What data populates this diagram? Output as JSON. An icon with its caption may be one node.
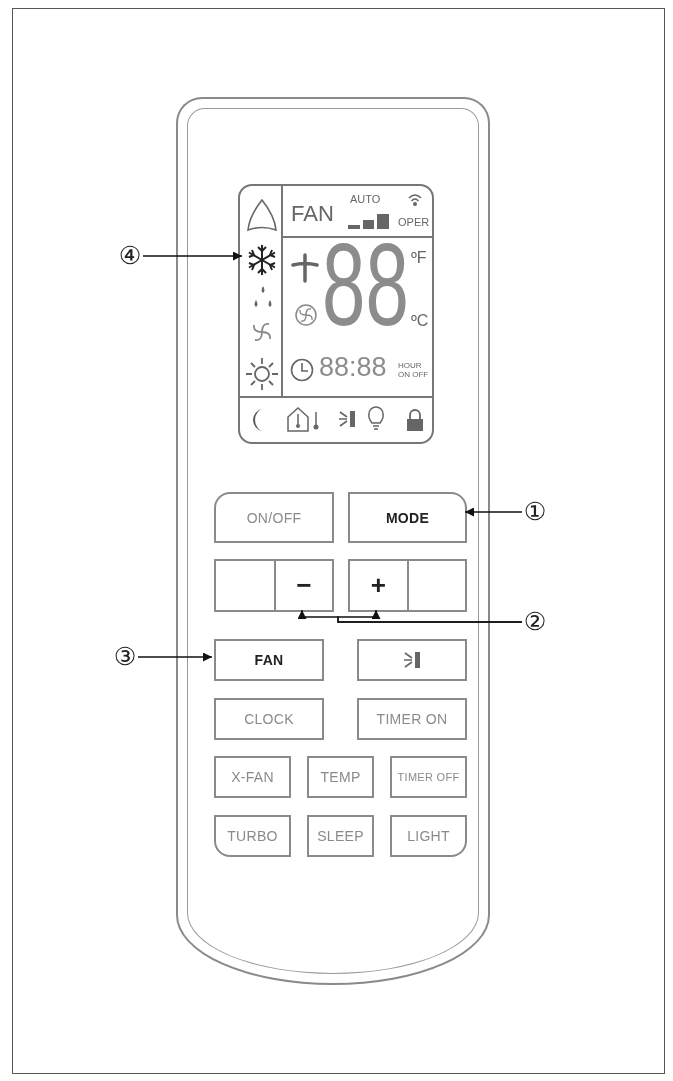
{
  "diagram": {
    "nodes": [
      {
        "text": [],
        "shape": "box"
      },
      {
        "text": [
          "FAN",
          "AUTO",
          "OPER",
          "88",
          "ºF",
          "ºC",
          "88:88",
          "HOUR ON OFF"
        ],
        "in": 0
      },
      {
        "text": [],
        "shape": "picture",
        "in": 1
      },
      {
        "text": [
          "ON/OFF"
        ],
        "in": 0
      },
      {
        "text": [
          "MODE"
        ],
        "in": 0
      },
      {
        "text": [],
        "shape": "box",
        "in": 0
      },
      {
        "text": [
          "−"
        ],
        "in": 0
      },
      {
        "text": [
          "+"
        ],
        "in": 0
      },
      {
        "text": [],
        "shape": "box",
        "in": 0
      },
      {
        "text": [
          "FAN"
        ],
        "in": 0
      },
      {
        "text": [],
        "shape": "box",
        "in": 0
      },
      {
        "text": [
          "CLOCK"
        ],
        "in": 0
      },
      {
        "text": [
          "TIMER ON"
        ],
        "in": 0
      },
      {
        "text": [
          "X-FAN"
        ],
        "in": 0
      },
      {
        "text": [
          "TEMP"
        ],
        "in": 0
      },
      {
        "text": [
          "TIMER OFF"
        ],
        "in": 0
      },
      {
        "text": [
          "TURBO"
        ],
        "in": 0
      },
      {
        "text": [
          "SLEEP"
        ],
        "in": 0
      },
      {
        "text": [
          "LIGHT"
        ],
        "in": 0
      },
      {
        "text": [
          "①"
        ]
      },
      {
        "text": [
          "②"
        ]
      },
      {
        "text": [
          "③"
        ]
      },
      {
        "text": [
          "④"
        ]
      }
    ],
    "edges": [
      {
        "from": 19,
        "to": 4,
        "arrow": "to"
      },
      {
        "from": 20,
        "to": 6,
        "arrow": "to"
      },
      {
        "from": 20,
        "to": 7,
        "arrow": "to"
      },
      {
        "from": 21,
        "to": 9,
        "arrow": "to"
      },
      {
        "from": 22,
        "to": 2,
        "arrow": "to"
      }
    ]
  }
}
